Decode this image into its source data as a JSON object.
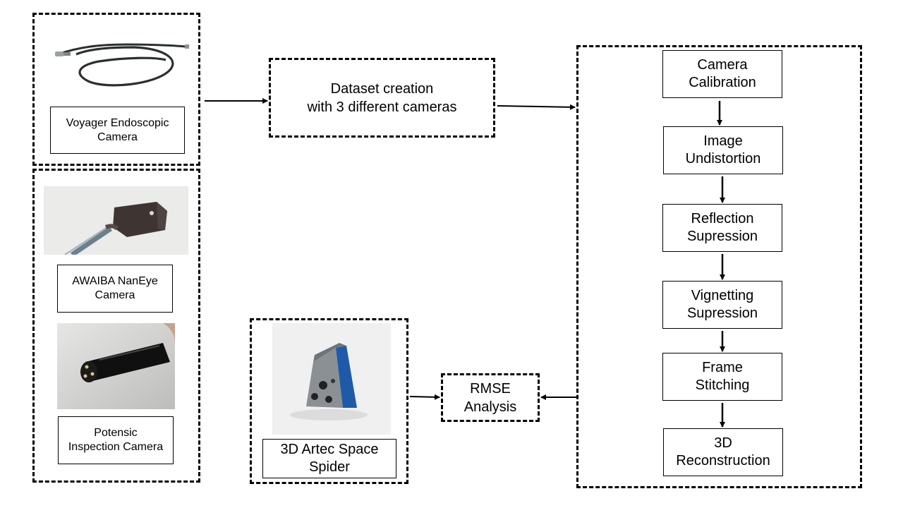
{
  "left_panel": {
    "voyager_label": "Voyager Endoscopic\nCamera",
    "awaiba_label": "AWAIBA NanEye\nCamera",
    "potensic_label": "Potensic\nInspection Camera"
  },
  "dataset": {
    "label": "Dataset creation\nwith 3 different cameras"
  },
  "artec": {
    "label": "3D Artec Space\nSpider"
  },
  "rmse": {
    "label": "RMSE\nAnalysis"
  },
  "pipeline": {
    "steps": [
      "Camera\nCalibration",
      "Image\nUndistortion",
      "Reflection\nSupression",
      "Vignetting\nSupression",
      "Frame\nStitching",
      "3D\nReconstruction"
    ]
  },
  "icons": {
    "voyager_image": "endoscope-cable-photo",
    "awaiba_image": "nanoeye-camera-photo",
    "potensic_image": "inspection-camera-photo",
    "artec_image": "3d-scanner-photo"
  }
}
